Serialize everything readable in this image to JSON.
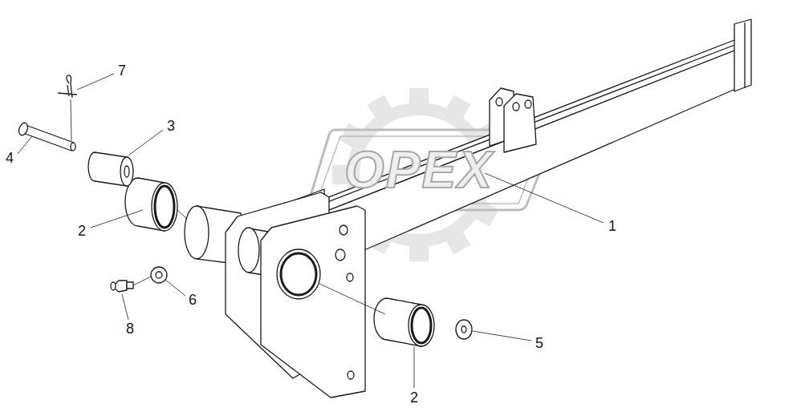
{
  "diagram": {
    "labels": [
      "7",
      "3",
      "4",
      "OPEX",
      "1",
      "2",
      "6",
      "8",
      "5",
      "2"
    ]
  }
}
